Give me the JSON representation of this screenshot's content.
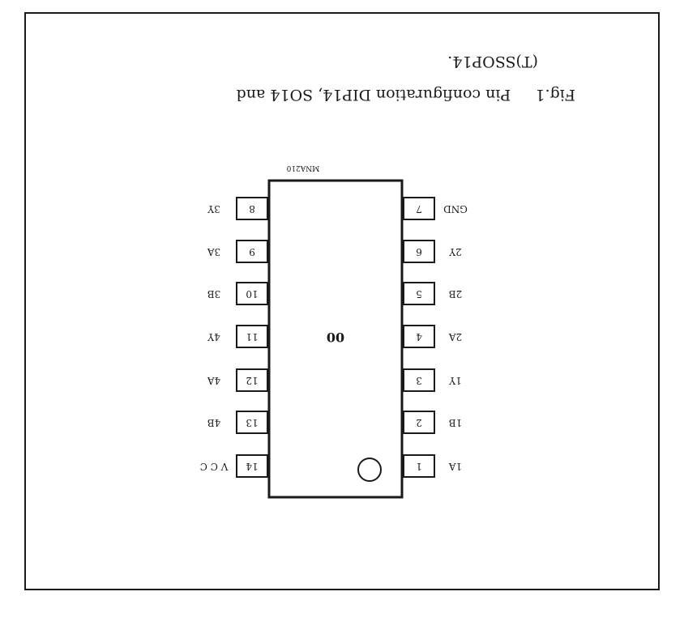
{
  "figure": {
    "caption_line1": "Fig.1     Pin configuration DIP14, SO14 and",
    "caption_line2": "(T)SSOP14.",
    "package_code": "MNA210",
    "chip_label": "00",
    "orientation": "rotated 180°"
  },
  "pins": [
    {
      "number": "1",
      "name": "1A"
    },
    {
      "number": "2",
      "name": "1B"
    },
    {
      "number": "3",
      "name": "1Y"
    },
    {
      "number": "4",
      "name": "2A"
    },
    {
      "number": "5",
      "name": "2B"
    },
    {
      "number": "6",
      "name": "2Y"
    },
    {
      "number": "7",
      "name": "GND"
    },
    {
      "number": "8",
      "name": "3Y"
    },
    {
      "number": "9",
      "name": "3A"
    },
    {
      "number": "10",
      "name": "3B"
    },
    {
      "number": "11",
      "name": "4Y"
    },
    {
      "number": "12",
      "name": "4A"
    },
    {
      "number": "13",
      "name": "4B"
    },
    {
      "number": "14",
      "name": "V C C"
    }
  ],
  "colors": {
    "line": "#1a1a1a",
    "text": "#1a1a1a",
    "background": "#ffffff"
  }
}
